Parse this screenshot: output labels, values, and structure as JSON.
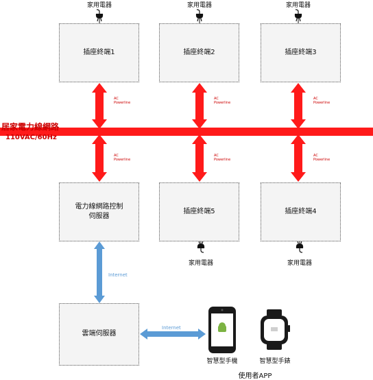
{
  "appliance_label": "家用電器",
  "boxes": {
    "outlet1": "插座終端1",
    "outlet2": "插座終端2",
    "outlet3": "插座終端3",
    "outlet4": "插座終端4",
    "outlet5": "插座終端5",
    "plc_server": [
      "電力線網路控制",
      "伺服器"
    ],
    "cloud_server": "雲端伺服器"
  },
  "powerline": {
    "title": "居家電力線網路",
    "spec": "110VAC/60Hz"
  },
  "ac_label": [
    "AC",
    "Powerline"
  ],
  "internet_label": "Internet",
  "devices": {
    "phone": "智慧型手機",
    "watch": "智慧型手錶"
  },
  "user_app": "使用者APP",
  "colors": {
    "powerline": "#ff1a1a",
    "internet": "#5b9bd5",
    "box_fill": "#f4f4f4"
  }
}
